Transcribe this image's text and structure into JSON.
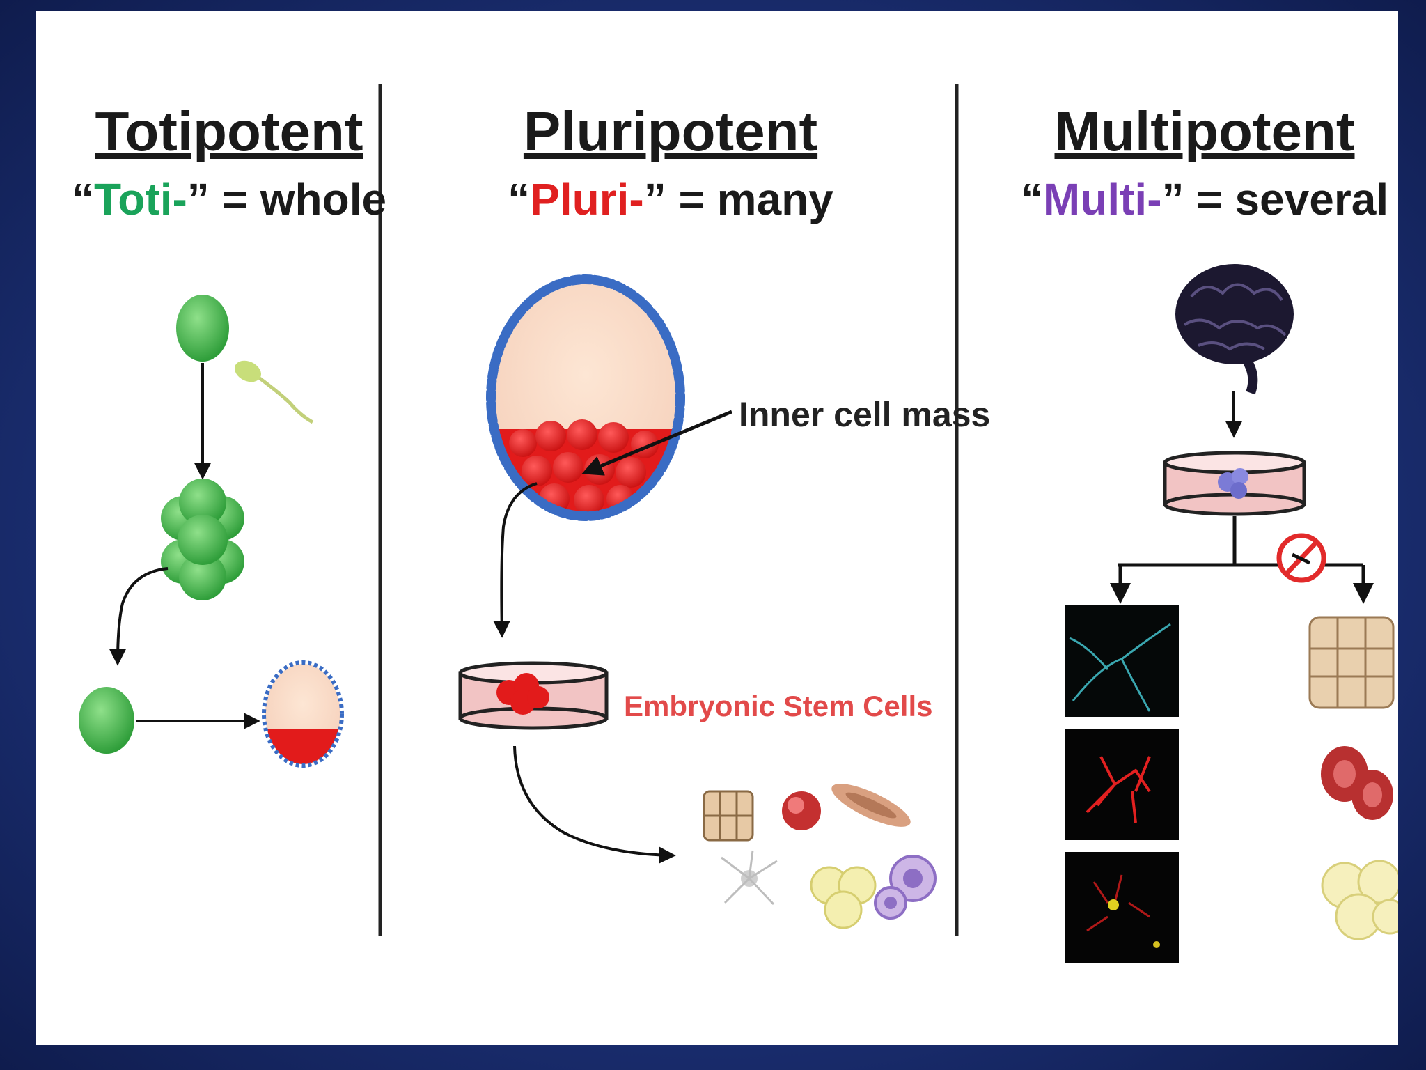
{
  "columns": [
    {
      "title": "Totipotent",
      "prefix": "Toti-",
      "meaning": "whole",
      "accent": "#1aa35a"
    },
    {
      "title": "Pluripotent",
      "prefix": "Pluri-",
      "meaning": "many",
      "accent": "#e02020"
    },
    {
      "title": "Multipotent",
      "prefix": "Multi-",
      "meaning": "several",
      "accent": "#7a3fb5"
    }
  ],
  "labels": {
    "inner_cell_mass": "Inner cell mass",
    "embryonic_stem_cells": "Embryonic Stem Cells"
  },
  "punctuation": {
    "open_quote": "“",
    "close_quote_eq": "” = "
  },
  "colors": {
    "cell_green": "#3fb54a",
    "blastocyst_blue": "#3a6cc4",
    "inner_mass_red": "#e21b1b",
    "dish_pink": "#f2c4c4"
  }
}
